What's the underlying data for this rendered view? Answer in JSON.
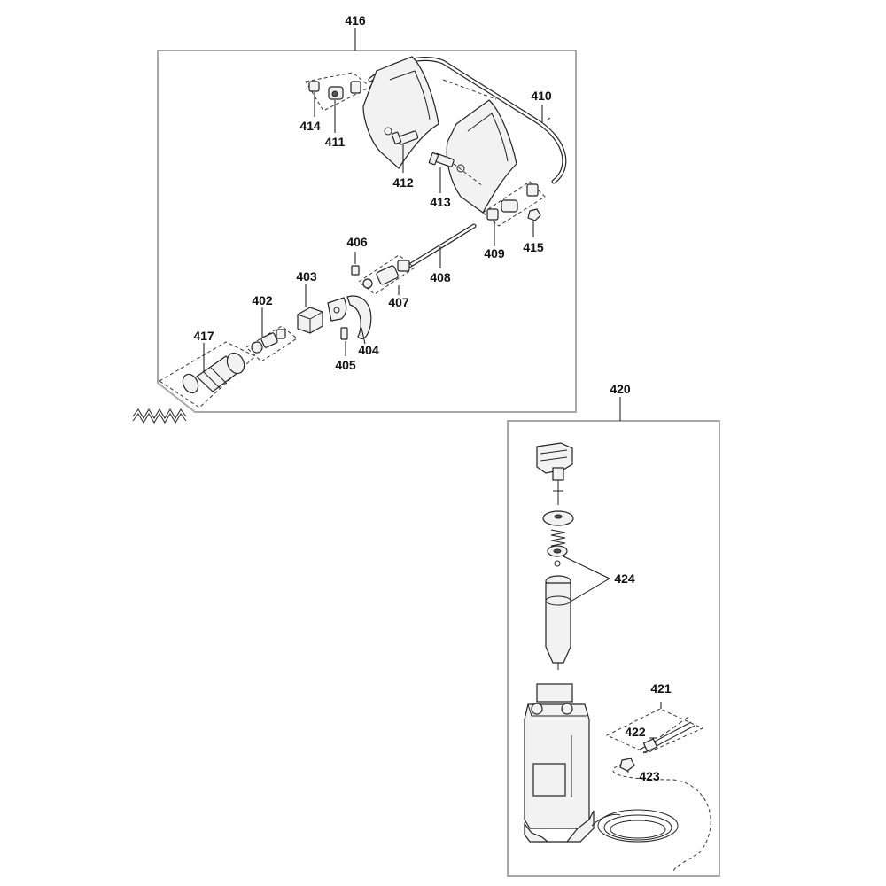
{
  "labels": {
    "l402": "402",
    "l403": "403",
    "l404": "404",
    "l405": "405",
    "l406": "406",
    "l407": "407",
    "l408": "408",
    "l409": "409",
    "l410": "410",
    "l411": "411",
    "l412": "412",
    "l413": "413",
    "l414": "414",
    "l415": "415",
    "l416": "416",
    "l417": "417",
    "l420": "420",
    "l421": "421",
    "l422": "422",
    "l423": "423",
    "l424": "424"
  }
}
